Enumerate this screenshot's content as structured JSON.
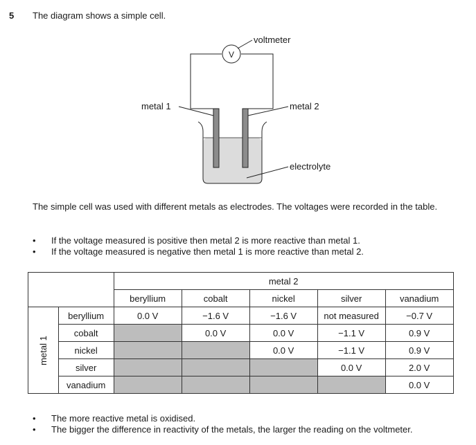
{
  "question": {
    "number": "5",
    "intro": "The diagram shows a simple cell."
  },
  "diagram": {
    "meter_symbol": "V",
    "labels": {
      "voltmeter": "voltmeter",
      "metal1": "metal 1",
      "metal2": "metal 2",
      "electrolyte": "electrolyte"
    }
  },
  "paragraph": "The simple cell was used with different metals as electrodes. The voltages were recorded in the table.",
  "rules": [
    "If the voltage measured is positive then metal 2 is more reactive than metal 1.",
    "If the voltage measured is negative then metal 1 is more reactive than metal 2."
  ],
  "table": {
    "col_group": "metal 2",
    "row_group": "metal 1",
    "columns": [
      "beryllium",
      "cobalt",
      "nickel",
      "silver",
      "vanadium"
    ],
    "rows": [
      {
        "label": "beryllium",
        "cells": [
          "0.0 V",
          "−1.6 V",
          "−1.6 V",
          "not measured",
          "−0.7 V"
        ]
      },
      {
        "label": "cobalt",
        "cells": [
          "",
          "0.0 V",
          "0.0 V",
          "−1.1 V",
          "0.9 V"
        ]
      },
      {
        "label": "nickel",
        "cells": [
          "",
          "",
          "0.0 V",
          "−1.1 V",
          "0.9 V"
        ]
      },
      {
        "label": "silver",
        "cells": [
          "",
          "",
          "",
          "0.0 V",
          "2.0 V"
        ]
      },
      {
        "label": "vanadium",
        "cells": [
          "",
          "",
          "",
          "",
          "0.0 V"
        ]
      }
    ]
  },
  "notes": [
    "The more reactive metal is oxidised.",
    "The bigger the difference in reactivity of the metals, the larger the reading on the voltmeter."
  ]
}
